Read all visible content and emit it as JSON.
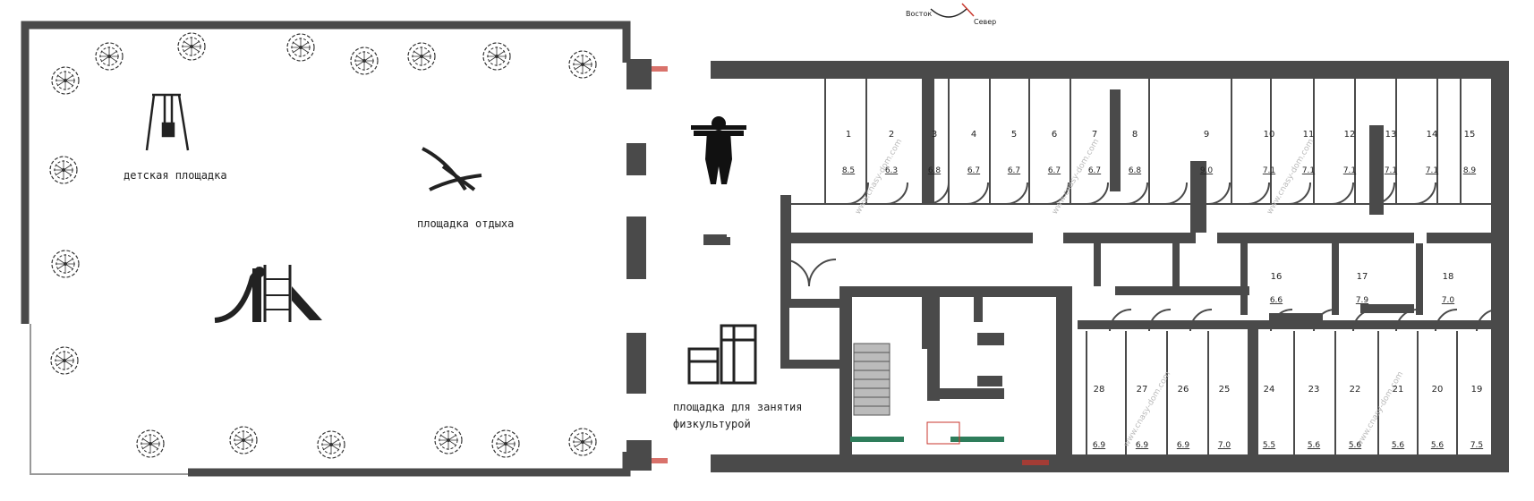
{
  "compass": {
    "east": "Восток",
    "north": "Север"
  },
  "zones": {
    "playground": "детская площадка",
    "rest": "площадка отдыха",
    "sport_line1": "площадка для занятия",
    "sport_line2": "физкультурой"
  },
  "watermark": "www.cnasy-dom.com",
  "rooms_top": [
    {
      "num": "1",
      "area": "8.5"
    },
    {
      "num": "2",
      "area": "6.3"
    },
    {
      "num": "3",
      "area": "6.8"
    },
    {
      "num": "4",
      "area": "6.7"
    },
    {
      "num": "5",
      "area": "6.7"
    },
    {
      "num": "6",
      "area": "6.7"
    },
    {
      "num": "7",
      "area": "6.7"
    },
    {
      "num": "8",
      "area": "6.8"
    },
    {
      "num": "9",
      "area": "9.0"
    },
    {
      "num": "10",
      "area": "7.1"
    },
    {
      "num": "11",
      "area": "7.1"
    },
    {
      "num": "12",
      "area": "7.1"
    },
    {
      "num": "13",
      "area": "7.1"
    },
    {
      "num": "14",
      "area": "7.1"
    },
    {
      "num": "15",
      "area": "8.9"
    }
  ],
  "rooms_mid": [
    {
      "num": "16",
      "area": "6.6"
    },
    {
      "num": "17",
      "area": "7.9"
    },
    {
      "num": "18",
      "area": "7.0"
    }
  ],
  "rooms_bottom": [
    {
      "num": "28",
      "area": "6.9"
    },
    {
      "num": "27",
      "area": "6.9"
    },
    {
      "num": "26",
      "area": "6.9"
    },
    {
      "num": "25",
      "area": "7.0"
    },
    {
      "num": "24",
      "area": "5.5"
    },
    {
      "num": "23",
      "area": "5.6"
    },
    {
      "num": "22",
      "area": "5.6"
    },
    {
      "num": "21",
      "area": "5.6"
    },
    {
      "num": "20",
      "area": "5.6"
    },
    {
      "num": "19",
      "area": "7.5"
    }
  ],
  "colors": {
    "wall": "#4a4a4a",
    "door": "#c9362c",
    "green": "#2e7d5b",
    "tree": "#333333"
  },
  "icon_names": [
    "swing-icon",
    "deck-chair-icon",
    "slide-icon",
    "pull-up-icon",
    "workout-bars-icon",
    "tree-icon",
    "compass-icon"
  ]
}
